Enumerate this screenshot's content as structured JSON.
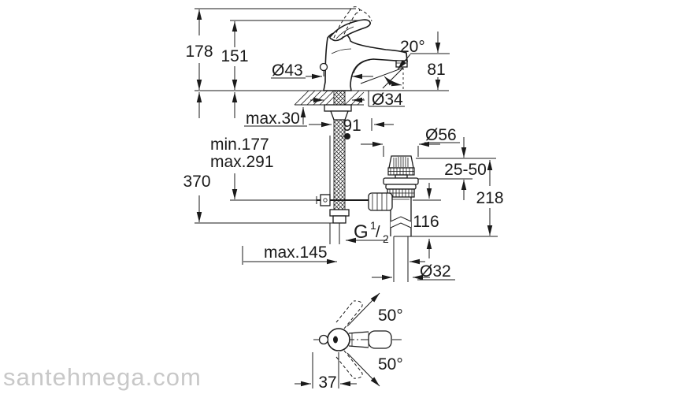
{
  "drawing_title": "single-lever-basin-mixer-dimension-drawing",
  "watermark": "santehmega.com",
  "colors": {
    "line": "#1a1a1a",
    "watermark": "#c8c8c8",
    "background": "#ffffff"
  },
  "dimensions": {
    "total_height": "178",
    "height_to_handle": "151",
    "base_diameter": "Ø43",
    "spray_angle": "20°",
    "spout_height": "81",
    "hole_diameter": "Ø34",
    "deck_thickness_max": "max.30",
    "spout_reach": "91",
    "hose_min": "min.177",
    "hose_max": "max.291",
    "overall_depth": "370",
    "waste_flange_diameter": "Ø56",
    "mounting_range": "25-50",
    "waste_height": "218",
    "tailpipe_length": "116",
    "thread_letter": "G",
    "thread_numerator": "1",
    "thread_slash": "/",
    "thread_denominator": "2",
    "rod_reach_max": "max.145",
    "waste_pipe_diameter": "Ø32",
    "handle_swing_up": "50°",
    "handle_swing_down": "50°",
    "handle_width": "37"
  }
}
